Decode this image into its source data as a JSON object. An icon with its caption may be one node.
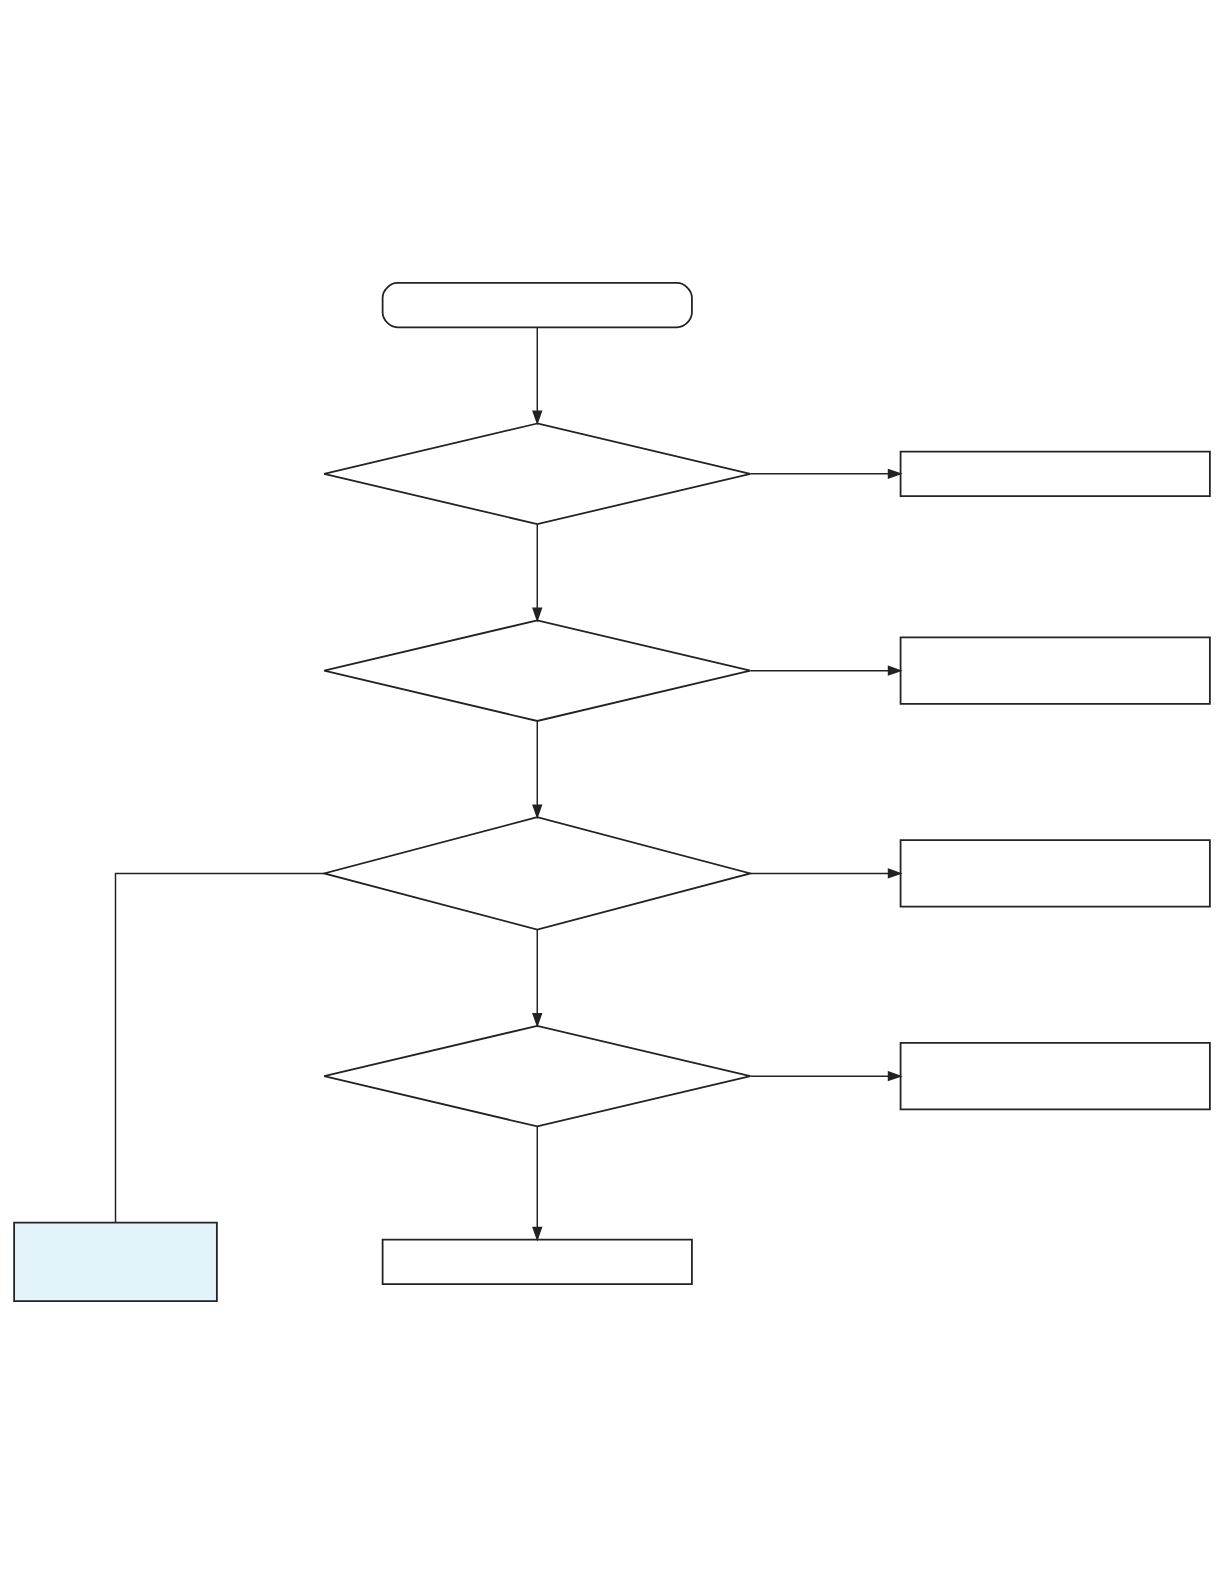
{
  "diagram": {
    "nodes": [
      {
        "text": [],
        "shape": "box"
      },
      {
        "text": [],
        "shape": "diamond"
      },
      {
        "text": [],
        "shape": "box"
      },
      {
        "text": [],
        "shape": "diamond"
      },
      {
        "text": [],
        "shape": "box"
      },
      {
        "text": [],
        "shape": "diamond"
      },
      {
        "text": [],
        "shape": "box"
      },
      {
        "text": [],
        "shape": "box"
      },
      {
        "text": [],
        "shape": "diamond"
      },
      {
        "text": [],
        "shape": "box"
      },
      {
        "text": [],
        "shape": "box"
      }
    ],
    "edges": [
      {
        "from": 0,
        "to": 1,
        "arrow": "to"
      },
      {
        "from": 1,
        "to": 2,
        "arrow": "to"
      },
      {
        "from": 1,
        "to": 3,
        "arrow": "to"
      },
      {
        "from": 3,
        "to": 4,
        "arrow": "to"
      },
      {
        "from": 3,
        "to": 5,
        "arrow": "to"
      },
      {
        "from": 5,
        "to": 6,
        "arrow": "to"
      },
      {
        "from": 7,
        "to": 5,
        "arrow": "none"
      },
      {
        "from": 5,
        "to": 8,
        "arrow": "to"
      },
      {
        "from": 8,
        "to": 9,
        "arrow": "to"
      },
      {
        "from": 8,
        "to": 10,
        "arrow": "to"
      }
    ]
  }
}
